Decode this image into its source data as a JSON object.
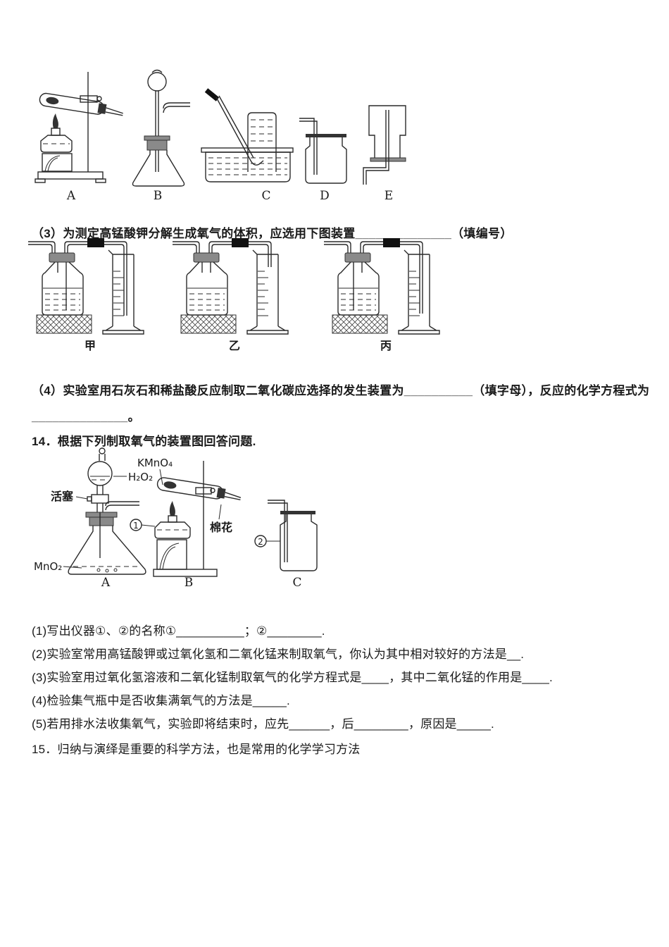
{
  "doc": {
    "q13_3": "（3）为测定高锰酸钾分解生成氧气的体积，应选用下图装置______________（填编号）",
    "q13_4_line1": "（4）实验室用石灰石和稀盐酸反应制取二氧化碳应选择的发生装置为__________（填字母），反应的化学方程式为",
    "q13_4_line2": "______________。",
    "q14_title": "14．根据下列制取氧气的装置图回答问题.",
    "q14_subs": [
      "(1)写出仪器①、②的名称①__________；②________.",
      "(2)实验室常用高锰酸钾或过氧化氢和二氧化锰来制取氧气，你认为其中相对较好的方法是__.",
      "(3)实验室用过氧化氢溶液和二氧化锰制取氧气的化学方程式是____，其中二氧化锰的作用是____.",
      "(4)检验集气瓶中是否收集满氧气的方法是_____.",
      "(5)若用排水法收集氧气，实验即将结束时，应先______，后________，原因是_____."
    ],
    "q15": "15．归纳与演绎是重要的科学方法，也是常用的化学学习方法"
  },
  "row1": {
    "labels": [
      "A",
      "B",
      "C",
      "D",
      "E"
    ]
  },
  "row2": {
    "labels": [
      "甲",
      "乙",
      "丙"
    ]
  },
  "q14_labels": {
    "kmno4": "KMnO₄",
    "h2o2": "H₂O₂",
    "stopcock": "活塞",
    "mno2": "MnO₂",
    "cotton": "棉花",
    "n1": "1",
    "n2": "2",
    "a": "A",
    "b": "B",
    "c": "C"
  },
  "colors": {
    "ink": "#1a1a1a",
    "line": "#2a2a2a",
    "paper": "#ffffff"
  }
}
